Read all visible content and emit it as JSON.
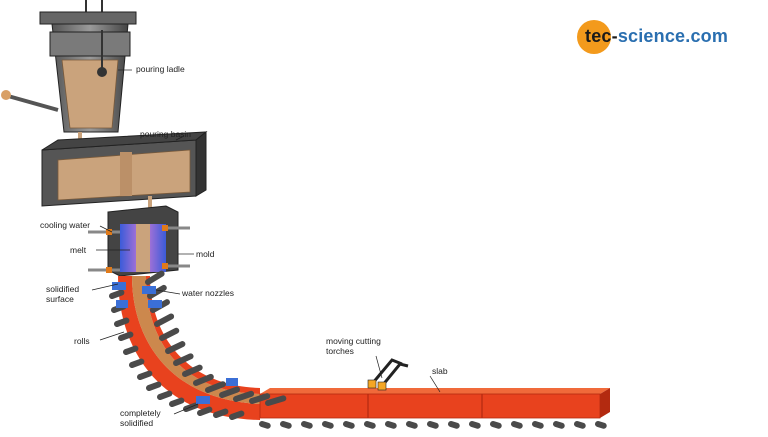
{
  "logo": {
    "part1": "tec-",
    "part2": "science.com",
    "text_color": "#1a1a1a",
    "accent_color": "#2a6fb0",
    "circle_color": "#f39a1c"
  },
  "labels": {
    "pouring_ladle": "pouring ladle",
    "pouring_basin": "pouring basin",
    "cooling_water": "cooling water",
    "melt": "melt",
    "mold": "mold",
    "solidified_surface": "solidified\nsurface",
    "water_nozzles": "water nozzles",
    "rolls": "rolls",
    "moving_cutting_torches": "moving cutting\ntorches",
    "slab": "slab",
    "completely_solidified": "completely\nsolidified"
  },
  "colors": {
    "steel": "#e8421e",
    "melt": "#c9a27a",
    "dark": "#3a3a3a",
    "roll": "#4a4a4a",
    "nozzle": "#3b6fd6",
    "torch": "#f5a623"
  }
}
